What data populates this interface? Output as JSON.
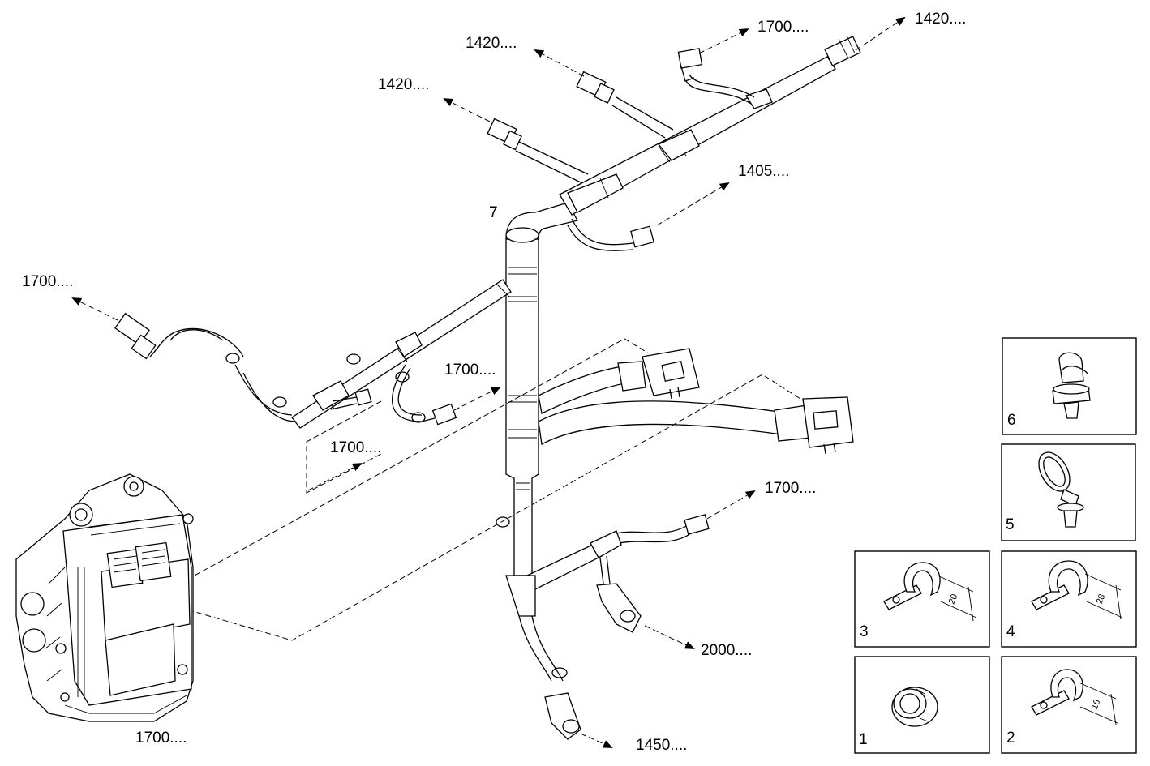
{
  "callouts": {
    "top_right_1420": "1420....",
    "top_1700": "1700....",
    "top_left_1420_a": "1420....",
    "top_left_1420_b": "1420....",
    "right_1405": "1405....",
    "item_7": "7",
    "left_1700": "1700....",
    "mid_1700_a": "1700....",
    "mid_1700_b": "1700....",
    "right_1700": "1700....",
    "bottom_2000": "2000....",
    "bottom_1450": "1450....",
    "ecu_1700": "1700...."
  },
  "parts": [
    {
      "number": "6",
      "name": "push-in clip"
    },
    {
      "number": "5",
      "name": "cable tie clip"
    },
    {
      "number": "3",
      "name": "p-clip",
      "dimension": "20"
    },
    {
      "number": "4",
      "name": "p-clip",
      "dimension": "28"
    },
    {
      "number": "1",
      "name": "grommet"
    },
    {
      "number": "2",
      "name": "p-clip",
      "dimension": "16"
    }
  ]
}
